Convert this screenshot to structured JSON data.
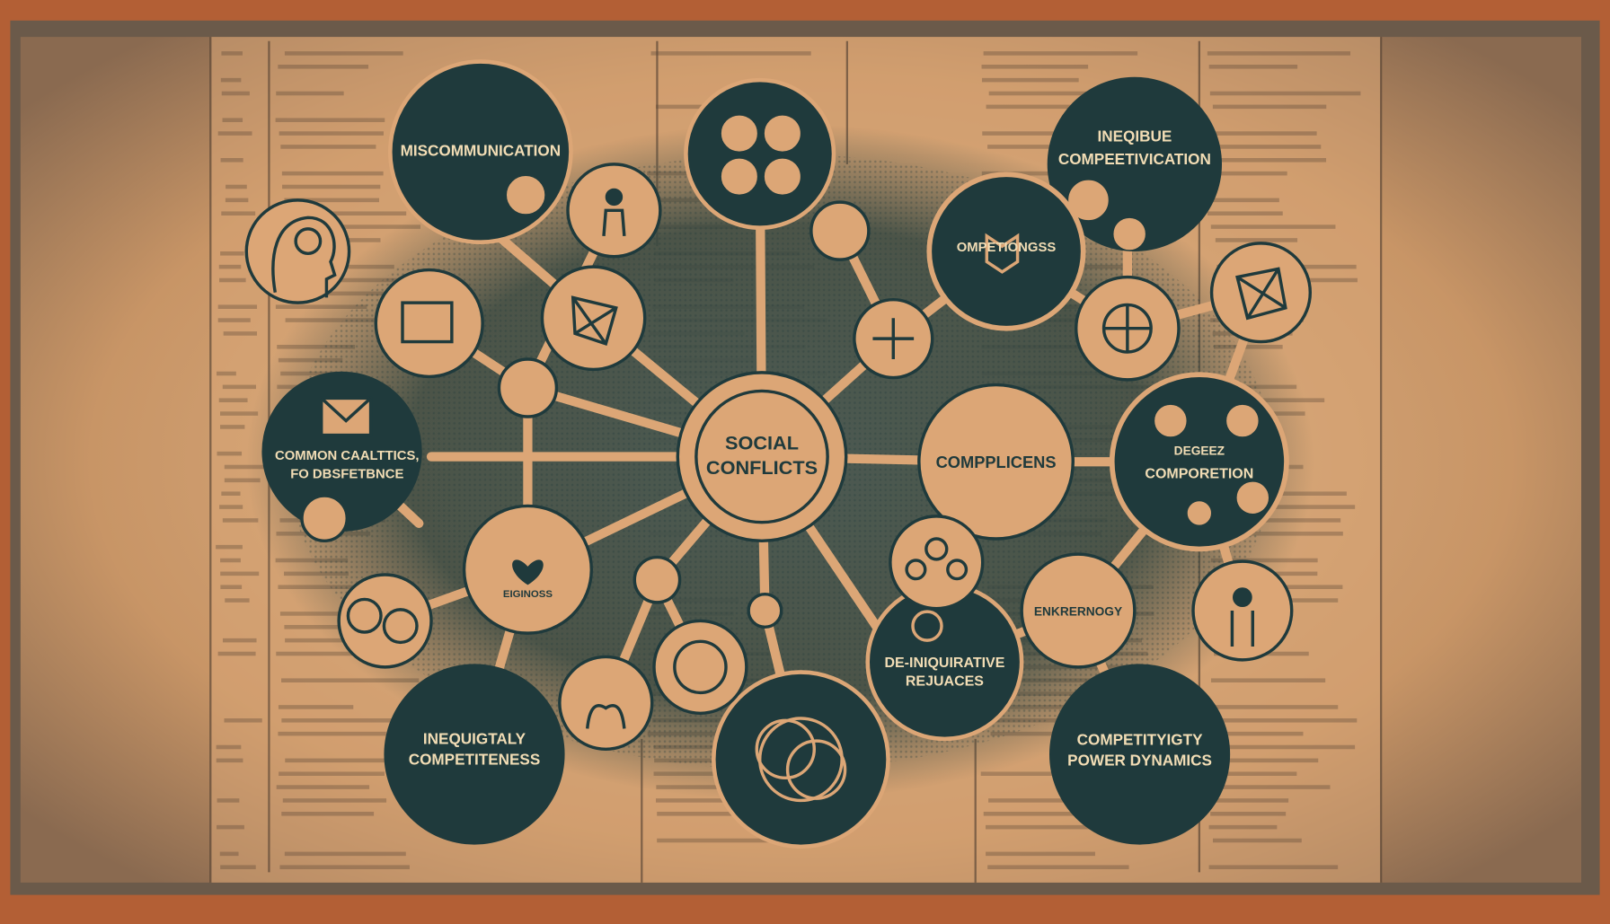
{
  "colors": {
    "border": "#b35f35",
    "paper": "#d9a77a",
    "dark": "#1f3a3c",
    "light": "#dca676",
    "text_light": "#f2ddb5"
  },
  "nodes": {
    "miscommunication": "MISCOMMUNICATION",
    "inequible_line1": "INEQIBUE",
    "inequible_line2": "COMPEETIVICATION",
    "competitioness": "OMPETIONGSS",
    "social_line1": "SOCIAL",
    "social_line2": "CONFLICTS",
    "compplicens": "COMPPLICENS",
    "common_line1": "COMMON CAALTTICS,",
    "common_line2": "FO DBSFETBNCE",
    "degeez_line1": "DEGEEZ",
    "degeez_line2": "COMPORETION",
    "eiginoss": "EIGINOSS",
    "enkrernogy": "ENKRERNOGY",
    "deiniq_line1": "DE-INIQUIRATIVE",
    "deiniq_line2": "REJUACES",
    "inequitatly_line1": "INEQUIGTALY",
    "inequitatly_line2": "COMPETITENESS",
    "power_line1": "COMPETITYIGTY",
    "power_line2": "POWER DYNAMICS"
  },
  "icons": [
    "head-silhouette-icon",
    "people-icon",
    "stick-figure-icon",
    "network-icon",
    "envelope-icon",
    "boxes-icon",
    "heart-icon",
    "globe-icon",
    "polyhedron-icon",
    "family-icon",
    "knot-icon",
    "book-icon"
  ]
}
